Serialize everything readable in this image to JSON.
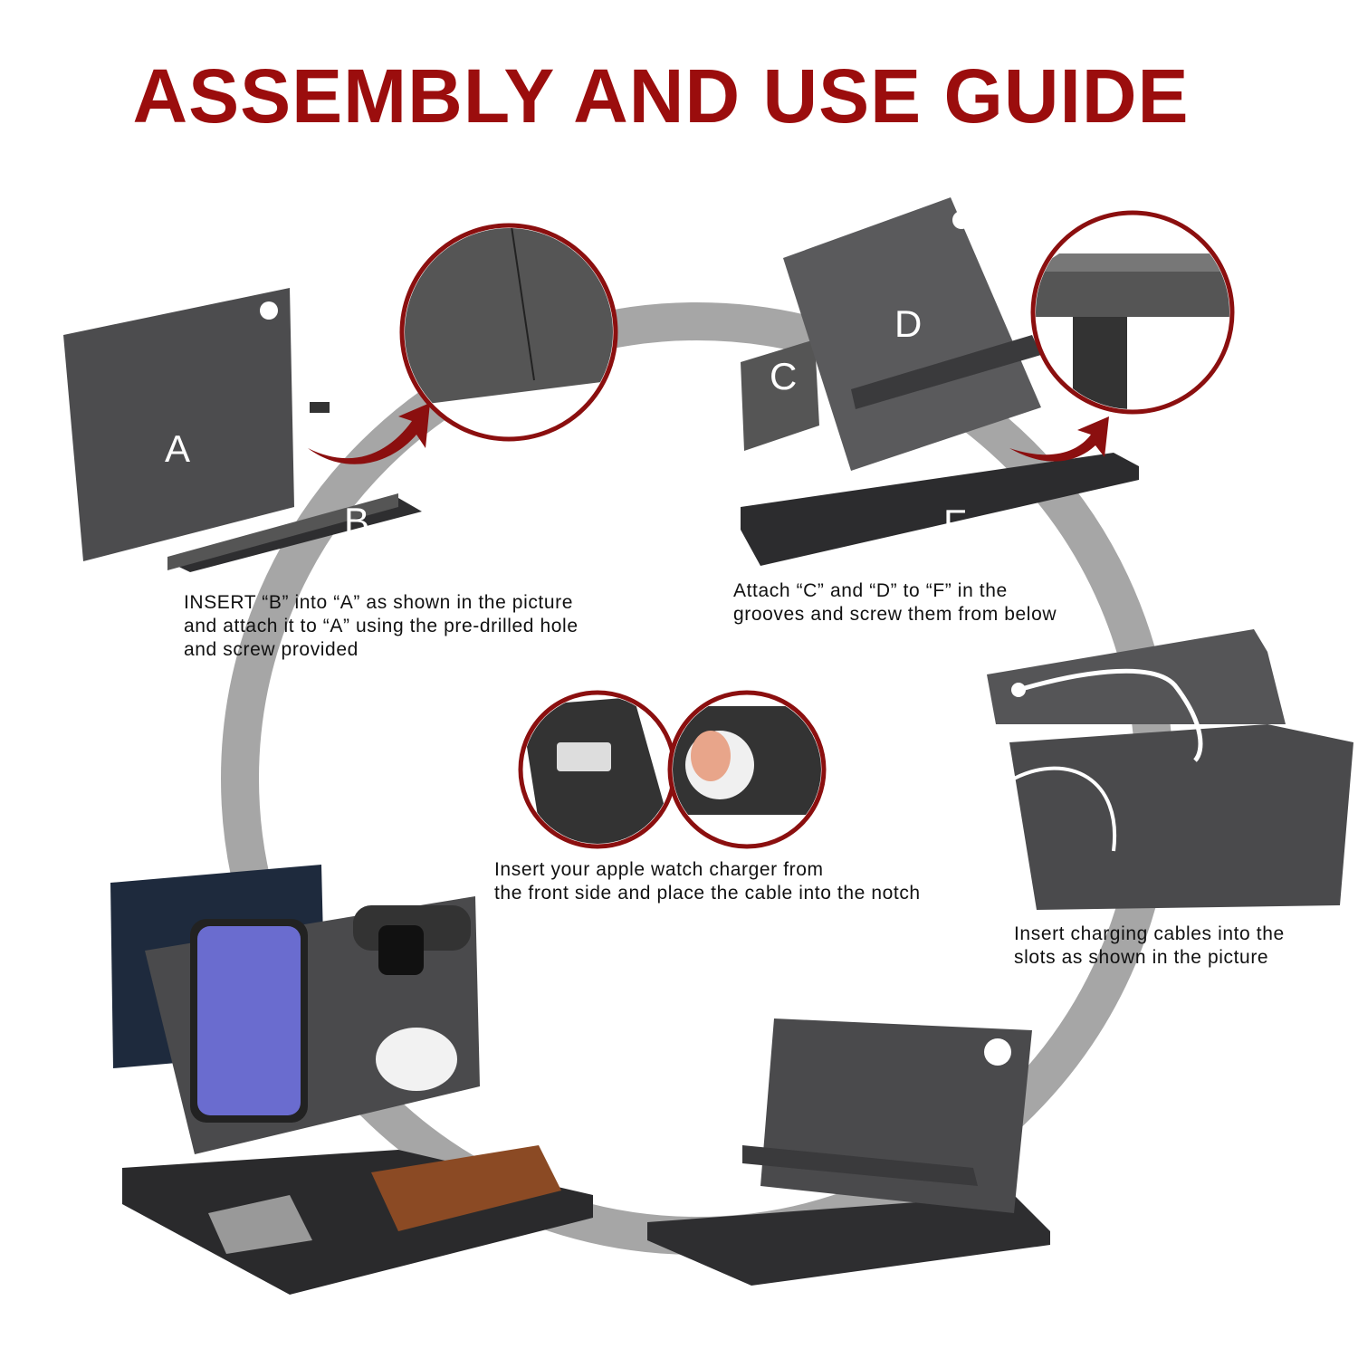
{
  "title": "ASSEMBLY AND USE GUIDE",
  "colors": {
    "title": "#9b0d0d",
    "ring": "#a6a6a6",
    "wood": "#4a4a4c",
    "arrow": "#8b0f0f"
  },
  "parts": {
    "a": "A",
    "b": "B",
    "c": "C",
    "d": "D",
    "f": "F"
  },
  "steps": [
    {
      "caption": "INSERT “B” into “A” as shown in the picture\nand attach it to “A” using the pre-drilled hole\nand screw provided"
    },
    {
      "caption": "Attach “C” and “D”  to “F” in the\ngrooves and screw them from below"
    },
    {
      "caption": "Insert charging cables into the\nslots as shown in the picture"
    },
    {
      "caption": "Insert your apple watch charger from\nthe front side and place the cable into the notch"
    }
  ]
}
